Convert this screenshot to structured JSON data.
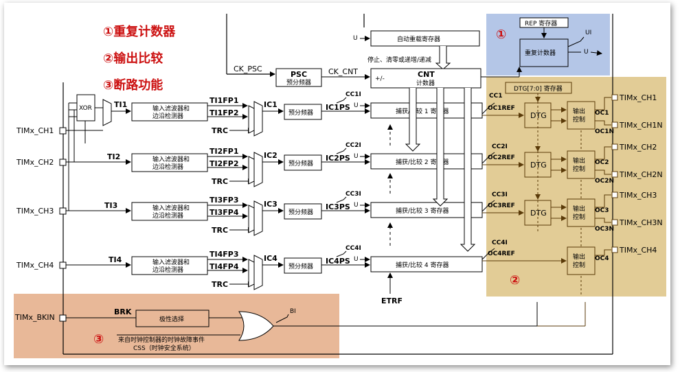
{
  "legend": {
    "item1": "①重复计数器",
    "item2": "②输出比较",
    "item3": "③断路功能"
  },
  "badges": {
    "b1": "①",
    "b2": "②",
    "b3": "③"
  },
  "inputs": {
    "ch1": "TIMx_CH1",
    "ch2": "TIMx_CH2",
    "ch3": "TIMx_CH3",
    "ch4": "TIMx_CH4",
    "bkin": "TIMx_BKIN"
  },
  "outputs": {
    "ch1": "TIMx_CH1",
    "ch1n": "TIMx_CH1N",
    "ch2": "TIMx_CH2",
    "ch2n": "TIMx_CH2N",
    "ch3": "TIMx_CH3",
    "ch3n": "TIMx_CH3N",
    "ch4": "TIMx_CH4"
  },
  "blocks": {
    "xor": "XOR",
    "filter_line1": "输入滤波器和",
    "filter_line2": "边沿检测器",
    "prescaler": "预分频器",
    "psc": "PSC",
    "psc_sub": "预分频器",
    "cnt": "CNT",
    "cnt_sub": "计数器",
    "arr": "自动重载寄存器",
    "stop_text": "停止、清零或递增/递减",
    "rep": "REP 寄存器",
    "rep_counter": "重复计数器",
    "dtg_reg": "DTG[7:0] 寄存器",
    "dtg": "DTG",
    "out_ctrl_line1": "输出",
    "out_ctrl_line2": "控制",
    "ccr1": "捕获/比较 1 寄存器",
    "ccr2": "捕获/比较 2 寄存器",
    "ccr3": "捕获/比较 3 寄存器",
    "ccr4": "捕获/比较 4 寄存器",
    "polarity": "极性选择",
    "css_line1": "来自时钟控制器的时钟故障事件",
    "css_line2": "CSS（时钟安全系统）"
  },
  "signals": {
    "ti1": "TI1",
    "ti2": "TI2",
    "ti3": "TI3",
    "ti4": "TI4",
    "ti1fp1": "TI1FP1",
    "ti1fp2": "TI1FP2",
    "ti2fp1": "TI2FP1",
    "ti2fp2": "TI2FP2",
    "ti3fp3": "TI3FP3",
    "ti3fp4": "TI3FP4",
    "ti4fp3": "TI4FP3",
    "ti4fp4": "TI4FP4",
    "trc": "TRC",
    "ic1": "IC1",
    "ic2": "IC2",
    "ic3": "IC3",
    "ic4": "IC4",
    "ic1ps": "IC1PS",
    "ic2ps": "IC2PS",
    "ic3ps": "IC3PS",
    "ic4ps": "IC4PS",
    "cc1i": "CC1I",
    "cc2i": "CC2I",
    "cc3i": "CC3I",
    "cc4i": "CC4I",
    "cc1": "CC1",
    "oc1ref": "OC1REF",
    "oc2ref": "OC2REF",
    "oc3ref": "OC3REF",
    "oc4ref": "OC4REF",
    "oc1": "OC1",
    "oc1n": "OC1N",
    "oc2": "OC2",
    "oc2n": "OC2N",
    "oc3": "OC3",
    "oc3n": "OC3N",
    "oc4": "OC4",
    "ck_psc": "CK_PSC",
    "ck_cnt": "CK_CNT",
    "u": "U",
    "ui": "UI",
    "pm": "+/-",
    "etrf": "ETRF",
    "brk": "BRK",
    "bi": "BI"
  },
  "colors": {
    "zone1": "#b4c6e7",
    "zone2": "#e2cc96",
    "zone3": "#e8b898",
    "badge": "#cc1111",
    "dark_line": "#6b4a10"
  }
}
